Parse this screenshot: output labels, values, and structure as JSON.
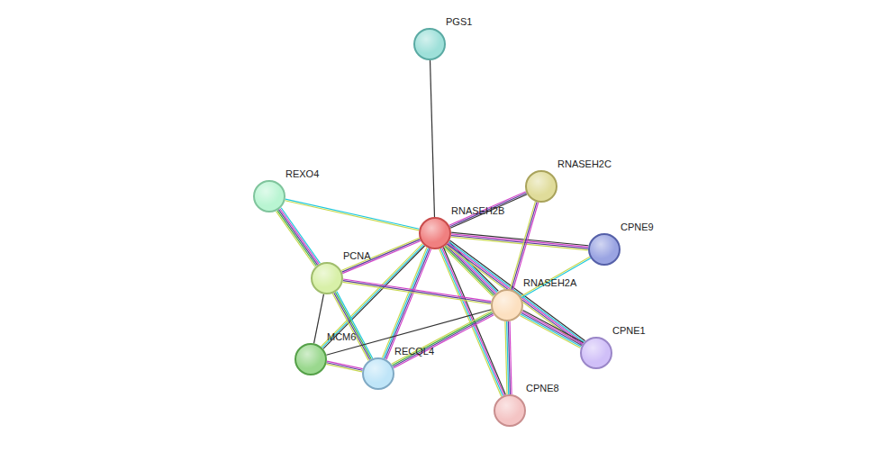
{
  "diagram": {
    "nodes": [
      {
        "text": [
          "PGS1"
        ]
      },
      {
        "text": [
          "RNASEH2C"
        ]
      },
      {
        "text": [
          "REXO4"
        ]
      },
      {
        "text": [
          "RNASEH2B"
        ]
      },
      {
        "text": [
          "CPNE9"
        ]
      },
      {
        "text": [
          "PCNA"
        ]
      },
      {
        "text": [
          "RNASEH2A"
        ]
      },
      {
        "text": [
          "CPNE1"
        ]
      },
      {
        "text": [
          "MCM6"
        ]
      },
      {
        "text": [
          "RECQL4"
        ]
      },
      {
        "text": [
          "CPNE8"
        ]
      }
    ],
    "edges": [
      {
        "from": 0,
        "to": 3,
        "arrow": "none"
      },
      {
        "from": 2,
        "to": 3,
        "arrow": "none"
      },
      {
        "from": 2,
        "to": 5,
        "arrow": "none"
      },
      {
        "from": 3,
        "to": 1,
        "arrow": "none"
      },
      {
        "from": 3,
        "to": 4,
        "arrow": "none"
      },
      {
        "from": 3,
        "to": 5,
        "arrow": "none"
      },
      {
        "from": 3,
        "to": 6,
        "arrow": "none"
      },
      {
        "from": 3,
        "to": 7,
        "arrow": "none"
      },
      {
        "from": 3,
        "to": 10,
        "arrow": "none"
      },
      {
        "from": 3,
        "to": 8,
        "arrow": "none"
      },
      {
        "from": 3,
        "to": 9,
        "arrow": "none"
      },
      {
        "from": 1,
        "to": 6,
        "arrow": "none"
      },
      {
        "from": 4,
        "to": 6,
        "arrow": "none"
      },
      {
        "from": 5,
        "to": 6,
        "arrow": "none"
      },
      {
        "from": 5,
        "to": 8,
        "arrow": "none"
      },
      {
        "from": 5,
        "to": 9,
        "arrow": "none"
      },
      {
        "from": 6,
        "to": 8,
        "arrow": "none"
      },
      {
        "from": 6,
        "to": 9,
        "arrow": "none"
      },
      {
        "from": 6,
        "to": 7,
        "arrow": "none"
      },
      {
        "from": 6,
        "to": 10,
        "arrow": "none"
      },
      {
        "from": 8,
        "to": 9,
        "arrow": "none"
      }
    ]
  }
}
